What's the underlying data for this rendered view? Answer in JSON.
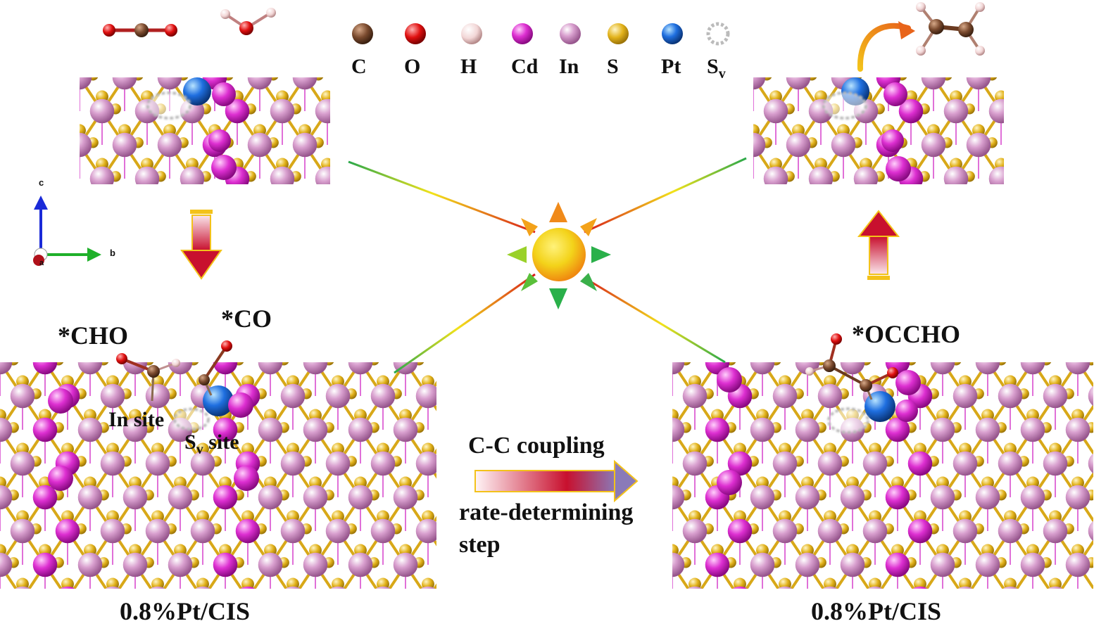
{
  "legend": {
    "items": [
      {
        "symbol": "C",
        "color": "#7a4a2e"
      },
      {
        "symbol": "O",
        "color": "#e01010"
      },
      {
        "symbol": "H",
        "color": "#f2d6d6"
      },
      {
        "symbol": "Cd",
        "color": "#dd2fd1"
      },
      {
        "symbol": "In",
        "color": "#d48bc8"
      },
      {
        "symbol": "S",
        "color": "#e2b21a"
      },
      {
        "symbol": "Pt",
        "color": "#1f6fe0"
      },
      {
        "symbol": "S",
        "subscript": "v",
        "color": "#bbbbbb"
      }
    ]
  },
  "axes": {
    "c": "c",
    "b": "b",
    "a": "a"
  },
  "labels": {
    "cho": "*CHO",
    "co": "*CO",
    "in_site": "In site",
    "sv_site_s": "S",
    "sv_site_sub": "v",
    "sv_site_rest": " site",
    "occho": "*OCCHO",
    "coupling": "C-C coupling",
    "rds_line1": "rate-determining",
    "rds_line2": "step",
    "catalyst_left": "0.8%Pt/CIS",
    "catalyst_right": "0.8%Pt/CIS"
  },
  "colors": {
    "sulfur": "#e2b21a",
    "indium": "#d48bc8",
    "cadmium": "#dd2fd1",
    "platinum": "#1f6fe0",
    "carbon": "#7a4a2e",
    "oxygen": "#e01010",
    "hydrogen": "#f2d6d6",
    "vacancy": "#bbbbbb",
    "sun_core": "#f3d31a",
    "arrow_red": "#c8102e"
  }
}
